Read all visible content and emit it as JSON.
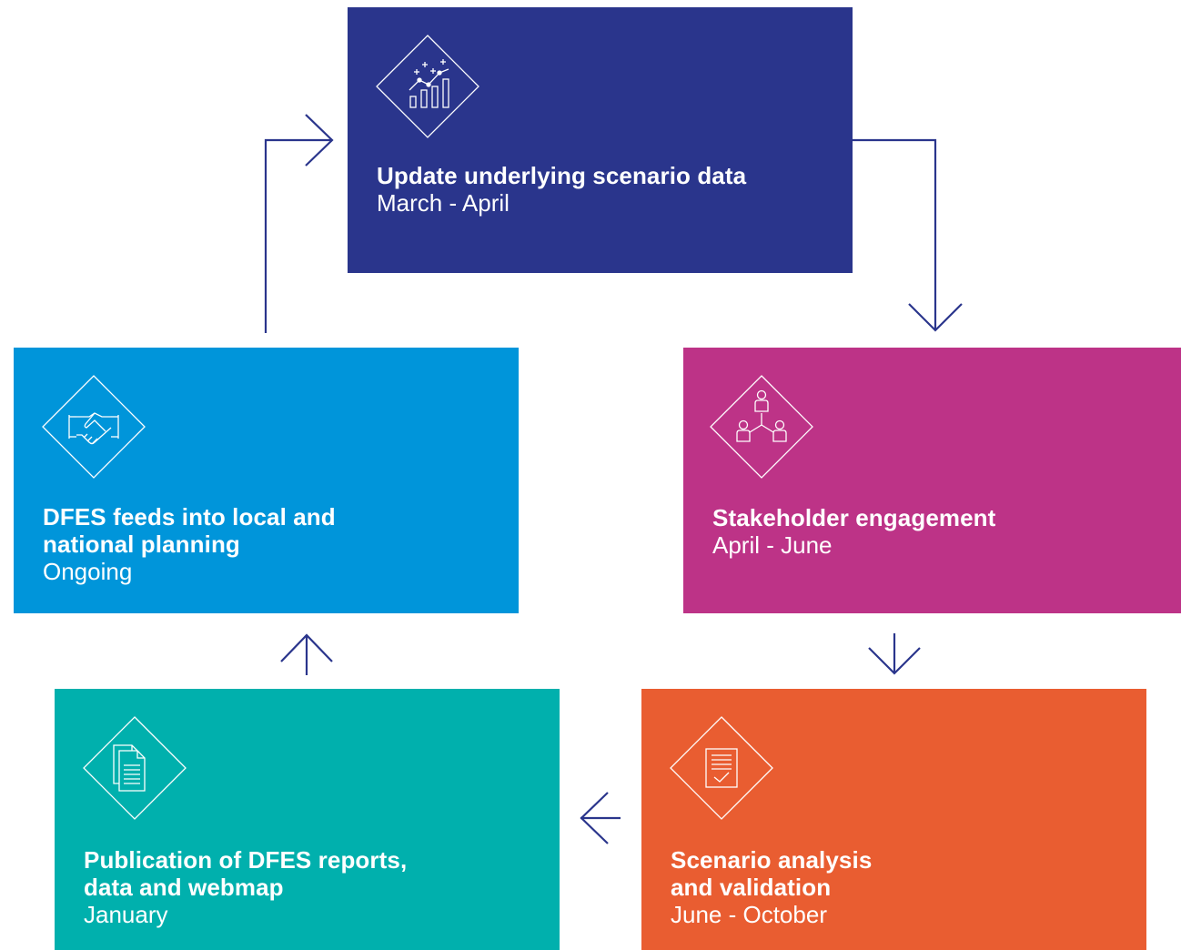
{
  "colors": {
    "navy": "#2a358c",
    "magenta": "#bd3387",
    "orange": "#e95d31",
    "teal": "#00b0ad",
    "blue": "#0095da",
    "arrow": "#2a358c"
  },
  "steps": [
    {
      "id": "update",
      "title": "Update underlying scenario data",
      "subtitle": "March - April",
      "icon": "chart-trend-icon"
    },
    {
      "id": "engagement",
      "title": "Stakeholder engagement",
      "subtitle": "April - June",
      "icon": "people-network-icon"
    },
    {
      "id": "analysis",
      "title_line1": "Scenario analysis",
      "title_line2": "and validation",
      "subtitle": "June - October",
      "icon": "checklist-document-icon"
    },
    {
      "id": "publication",
      "title_line1": "Publication of DFES reports,",
      "title_line2": "data and webmap",
      "subtitle": "January",
      "icon": "documents-icon"
    },
    {
      "id": "planning",
      "title_line1": "DFES feeds into local and",
      "title_line2": "national planning",
      "subtitle": "Ongoing",
      "icon": "handshake-icon"
    }
  ]
}
